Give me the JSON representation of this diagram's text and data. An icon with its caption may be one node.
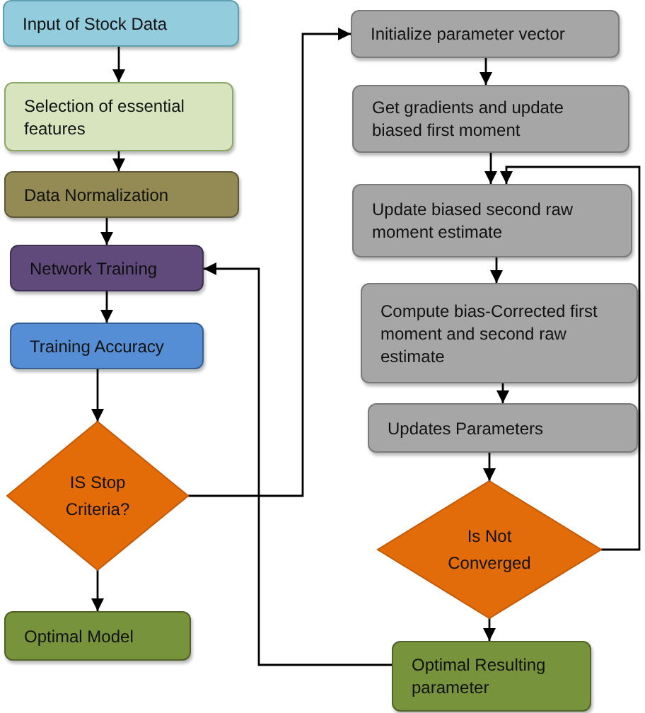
{
  "diagram": {
    "nodes": [
      {
        "text": [
          "Input of Stock Data"
        ]
      },
      {
        "text": [
          "Selection of essential features"
        ]
      },
      {
        "text": [
          "Data Normalization"
        ]
      },
      {
        "text": [
          "Network Training"
        ]
      },
      {
        "text": [
          "Training Accuracy"
        ]
      },
      {
        "text": [
          "IS Stop Criteria?"
        ]
      },
      {
        "text": [
          "Optimal Model"
        ]
      },
      {
        "text": [
          "Initialize parameter vector"
        ]
      },
      {
        "text": [
          "Get gradients and update biased first moment"
        ]
      },
      {
        "text": [
          "Update biased second raw moment estimate"
        ]
      },
      {
        "text": [
          "Compute bias-Corrected first moment and second raw estimate"
        ]
      },
      {
        "text": [
          "Updates Parameters"
        ]
      },
      {
        "text": [
          "Is Not Converged"
        ]
      },
      {
        "text": [
          "Optimal Resulting parameter"
        ]
      }
    ],
    "edges": [
      {
        "from": 0,
        "to": 1,
        "arrow": "to"
      },
      {
        "from": 1,
        "to": 2,
        "arrow": "to"
      },
      {
        "from": 2,
        "to": 3,
        "arrow": "to"
      },
      {
        "from": 3,
        "to": 4,
        "arrow": "to"
      },
      {
        "from": 4,
        "to": 5,
        "arrow": "to"
      },
      {
        "from": 5,
        "to": 6,
        "arrow": "to"
      },
      {
        "from": 5,
        "to": 7,
        "arrow": "to"
      },
      {
        "from": 7,
        "to": 8,
        "arrow": "to"
      },
      {
        "from": 8,
        "to": 9,
        "arrow": "to"
      },
      {
        "from": 9,
        "to": 10,
        "arrow": "to"
      },
      {
        "from": 10,
        "to": 11,
        "arrow": "to"
      },
      {
        "from": 11,
        "to": 12,
        "arrow": "to"
      },
      {
        "from": 12,
        "to": 13,
        "arrow": "to"
      },
      {
        "from": 12,
        "to": 9,
        "arrow": "to"
      },
      {
        "from": 13,
        "to": 3,
        "arrow": "to"
      }
    ]
  }
}
